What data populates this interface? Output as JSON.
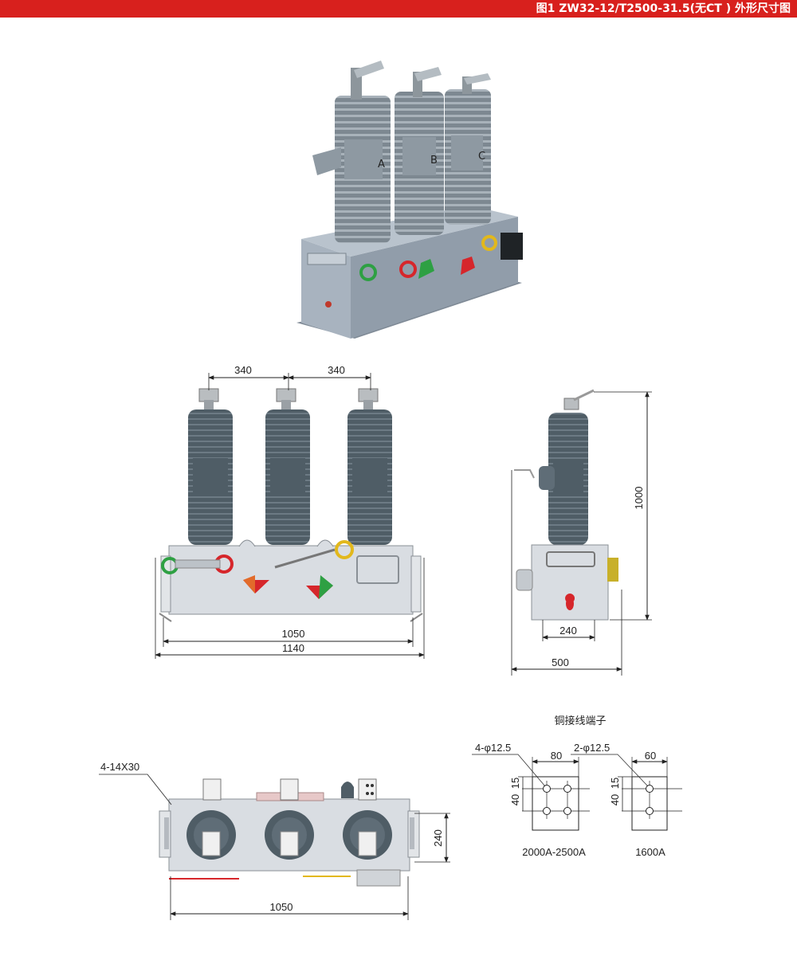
{
  "header": {
    "title": "图1  ZW32-12/T2500-31.5(无CT ) 外形尺寸图",
    "color": "#d8201d"
  },
  "photo": {
    "phase_labels": [
      "A",
      "B",
      "C"
    ]
  },
  "front_view": {
    "pitch_left": "340",
    "pitch_right": "340",
    "width_inner": "1050",
    "width_outer": "1140"
  },
  "side_view": {
    "height": "1000",
    "base_width": "240",
    "overall_width": "500"
  },
  "top_view": {
    "hole_spec": "4-14X30",
    "depth": "240",
    "width": "1050"
  },
  "terminals": {
    "title": "铜接线端子",
    "large": {
      "holes": "4-φ12.5",
      "width": "80",
      "row_offset": "15",
      "row_pitch": "40",
      "rating": "2000A-2500A"
    },
    "small": {
      "holes": "2-φ12.5",
      "width": "60",
      "row_offset": "15",
      "row_pitch": "40",
      "rating": "1600A"
    }
  },
  "colors": {
    "insulator": "#4f5d66",
    "body": "#d9dde2",
    "photo_body": "#9aa6b3",
    "indicator_green": "#2ea043",
    "indicator_red": "#d6262b",
    "indicator_yellow": "#e2b81c"
  }
}
